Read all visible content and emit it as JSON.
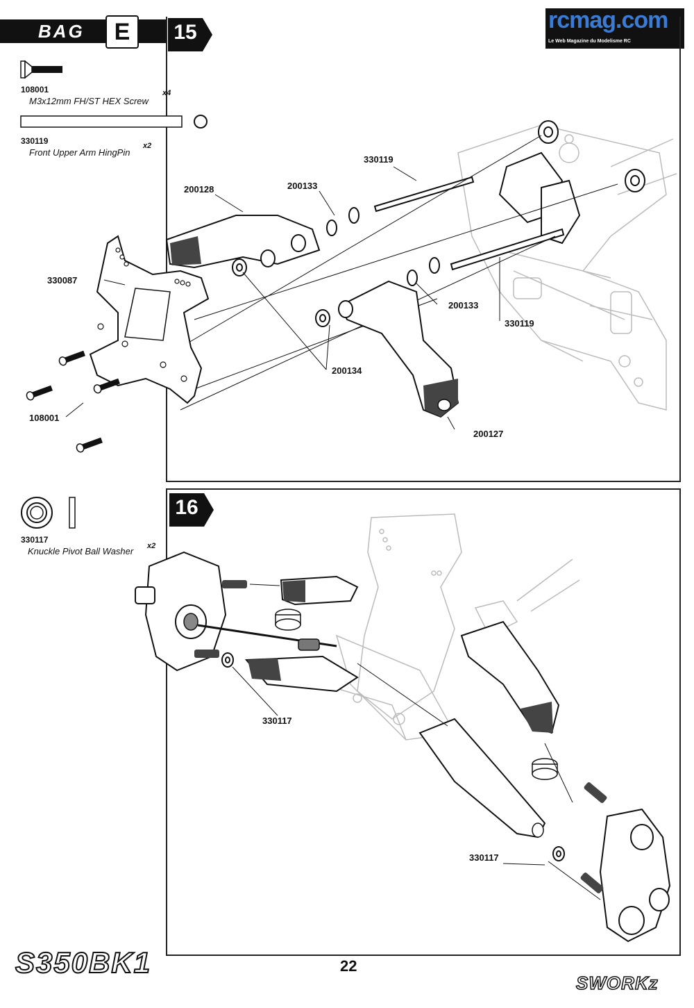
{
  "header": {
    "bag_label": "BAG",
    "bag_letter": "E",
    "logo_text": "rcmag.com",
    "logo_tagline": "Le Web Magazine du Modelisme RC"
  },
  "step15": {
    "number": "15",
    "parts": [
      {
        "no": "108001",
        "name": "M3x12mm FH/ST HEX Screw",
        "qty": "x4"
      },
      {
        "no": "330119",
        "name": "Front Upper Arm HingPin",
        "qty": "x2"
      }
    ],
    "callouts": {
      "c330119a": "330119",
      "c200128": "200128",
      "c200133a": "200133",
      "c330087": "330087",
      "c200133b": "200133",
      "c330119b": "330119",
      "c200134": "200134",
      "c108001": "108001",
      "c200127": "200127"
    }
  },
  "step16": {
    "number": "16",
    "parts": [
      {
        "no": "330117",
        "name": "Knuckle Pivot Ball Washer",
        "qty": "x2"
      }
    ],
    "callouts": {
      "c330117a": "330117",
      "c330117b": "330117"
    }
  },
  "footer": {
    "page_number": "22",
    "brand_left": "S350BK1",
    "brand_right": "SWORKz"
  }
}
